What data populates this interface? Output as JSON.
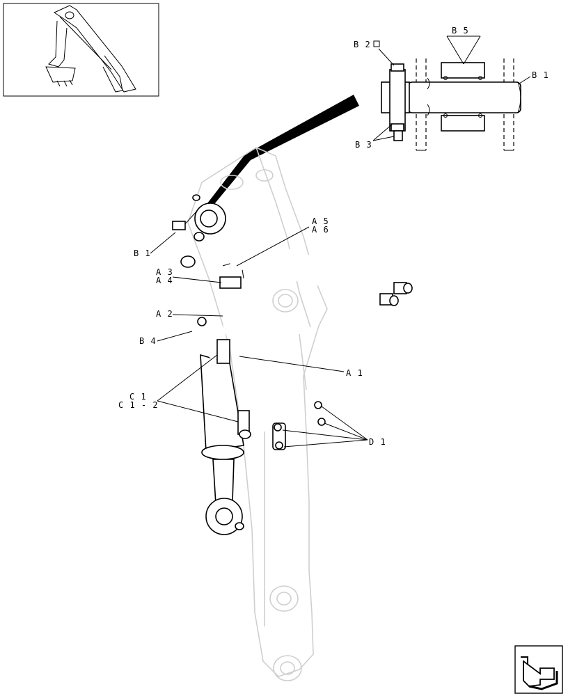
{
  "labels": {
    "b5": "B 5",
    "b2": "B 2",
    "b1_top": "B 1",
    "b3": "B 3",
    "b1": "B 1",
    "a5": "A 5",
    "a6": "A 6",
    "a3": "A 3",
    "a4": "A 4",
    "a2": "A 2",
    "b4": "B 4",
    "a1": "A 1",
    "c1": "C 1",
    "c12": "C 1 - 2",
    "d1": "D 1"
  },
  "icons": {
    "thumbnail": "excavator-thumbnail-icon",
    "next": "next-page-arrow-icon"
  }
}
